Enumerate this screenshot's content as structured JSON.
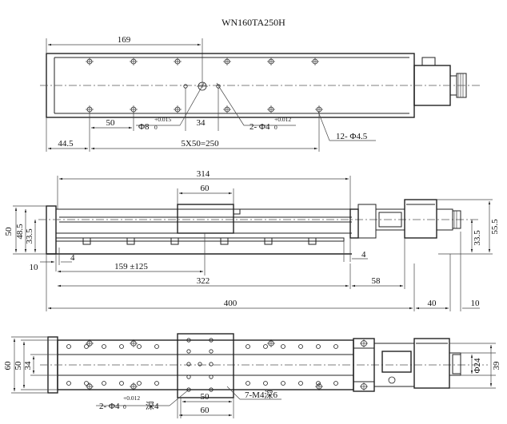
{
  "title": "WN160TA250H",
  "top_view": {
    "dim_169": "169",
    "dim_50": "50",
    "dim_34": "34",
    "dim_44_5": "44.5",
    "dim_5x50": "5X50=250",
    "hole_phi8": "Φ8",
    "hole_phi8_tol_top": "+0.015",
    "hole_phi8_tol_bot": "0",
    "hole_2phi4": "2- Φ4",
    "hole_2phi4_tol_top": "+0.012",
    "hole_2phi4_tol_bot": "0",
    "hole_12phi45": "12- Φ4.5"
  },
  "front_view": {
    "dim_314": "314",
    "dim_60": "60",
    "dim_50": "50",
    "dim_48_5": "48.5",
    "dim_33_5_left": "33.5",
    "dim_55_5": "55.5",
    "dim_33_5_right": "33.5",
    "dim_10": "10",
    "dim_4_left": "4",
    "dim_4_right": "4",
    "dim_159": "159  ±125",
    "dim_322": "322",
    "dim_58": "58",
    "dim_400": "400",
    "dim_40": "40",
    "dim_10_right": "10"
  },
  "bottom_view": {
    "dim_60": "60",
    "dim_50": "50",
    "dim_34": "34",
    "dim_phi24": "Φ24",
    "dim_39": "39",
    "hole_2phi4": "2- Φ4",
    "hole_2phi4_tol_top": "+0.012",
    "hole_2phi4_tol_bot": "0",
    "hole_2phi4_depth": "深4",
    "hole_7m4": "7-M4深6",
    "dim_50_bot": "50",
    "dim_60_bot": "60"
  }
}
